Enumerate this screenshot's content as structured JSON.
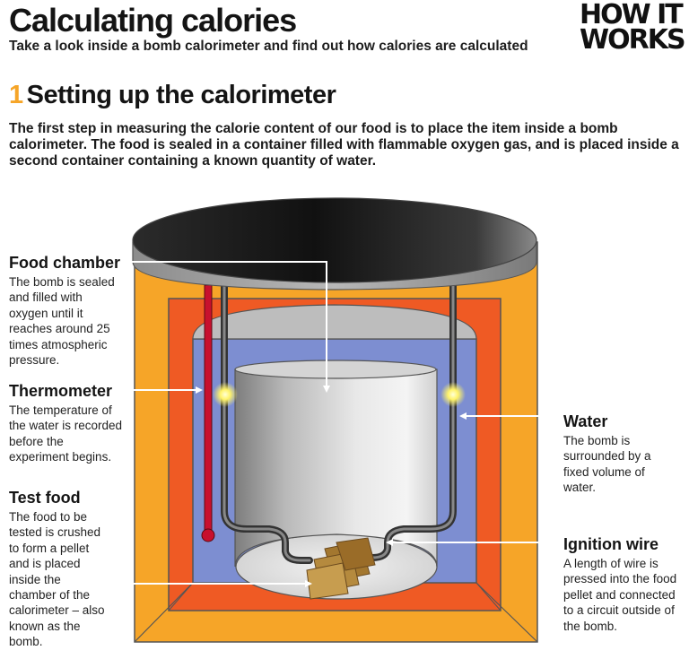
{
  "header": {
    "title": "Calculating calories",
    "subtitle": "Take a look inside a bomb calorimeter and find out how calories are calculated",
    "logo_line1": "HOW IT",
    "logo_line2": "WORKS"
  },
  "step": {
    "number": "1",
    "heading": "Setting up the calorimeter",
    "intro": "The first step in measuring the calorie content of our food is to place the item inside a bomb calorimeter. The food is sealed in a container filled with flammable oxygen gas, and is placed inside a second container containing a known quantity of water."
  },
  "labels": {
    "food_chamber": {
      "title": "Food chamber",
      "text": "The bomb is sealed and filled with oxygen until it reaches around 25 times atmospheric pressure."
    },
    "thermometer": {
      "title": "Thermometer",
      "text": "The temperature of the water is recorded before the experiment begins."
    },
    "test_food": {
      "title": "Test food",
      "text": "The food to be tested is crushed to form a pellet and is placed inside the chamber of the calorimeter – also known as the bomb."
    },
    "water": {
      "title": "Water",
      "text": "The bomb is surrounded by a fixed volume of water."
    },
    "ignition_wire": {
      "title": "Ignition wire",
      "text": "A length of wire is pressed into the food pellet and connected to a circuit outside of the bomb."
    }
  },
  "colors": {
    "accent_step": "#f6a528",
    "outer_insulation": "#f6a528",
    "inner_insulation": "#ef5a24",
    "water": "#7d8ed1",
    "lid": "#1a1a1a",
    "thermometer": "#c8102e"
  }
}
